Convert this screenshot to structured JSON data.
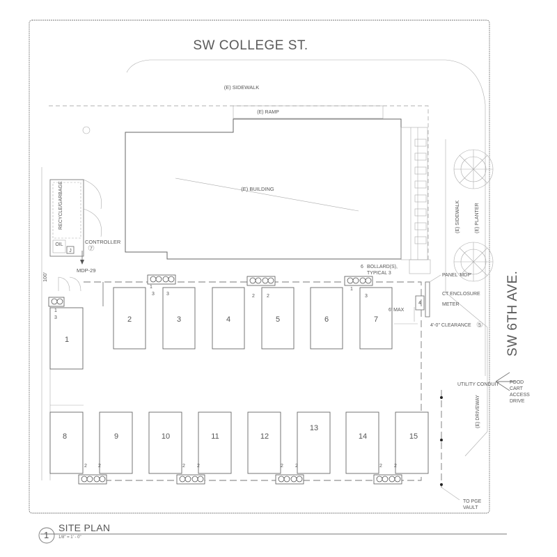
{
  "streets": {
    "north": "SW COLLEGE ST.",
    "east": "SW 6TH AVE."
  },
  "existing": {
    "sidewalk_north": "(E) SIDEWALK",
    "ramp": "(E) RAMP",
    "building": "(E) BUILDING",
    "sidewalk_east": "(E) SIDEWALK",
    "planter": "(E) PLANTER",
    "driveway": "(E) DRIVEWAY"
  },
  "enclosure": {
    "recycle_garbage": "RECYCLE/GARBAGE",
    "oil": "OIL",
    "controller_letter": "J"
  },
  "callouts": {
    "controller": "CONTROLLER",
    "controller_tag": "7",
    "mdp": "MDP-29",
    "bollards_line1": "BOLLARD(S),",
    "bollards_line2": "TYPICAL 3",
    "bollards_tag": "6",
    "panel": "PANEL 'MDP'",
    "ct_enclosure": "CT ENCLOSURE",
    "meter": "METER",
    "meter_tag": "4",
    "max": "6' MAX",
    "clearance": "4'-0\" CLEARANCE",
    "clearance_tag": "5",
    "utility_conduit": "UTILITY CONDUIT",
    "to_pge_line1": "TO PGE",
    "to_pge_line2": "VAULT",
    "food_cart_line1": "FOOD",
    "food_cart_line2": "CART",
    "food_cart_line3": "ACCESS",
    "food_cart_line4": "DRIVE",
    "dim_100": "100'"
  },
  "lots": {
    "row1": [
      "2",
      "3",
      "4",
      "5",
      "6",
      "7"
    ],
    "side": "1",
    "row2": [
      "8",
      "9",
      "10",
      "11",
      "12",
      "13",
      "14",
      "15"
    ]
  },
  "pedestal_tags": {
    "top": [
      "1",
      "3",
      "3",
      "2",
      "2",
      "1",
      "3"
    ],
    "left": [
      "1",
      "3"
    ],
    "bottom": [
      "2",
      "2",
      "2",
      "2",
      "2",
      "2",
      "2",
      "2"
    ]
  },
  "title": {
    "number": "1",
    "name": "SITE PLAN",
    "scale": "1/8\" = 1' - 0\""
  }
}
